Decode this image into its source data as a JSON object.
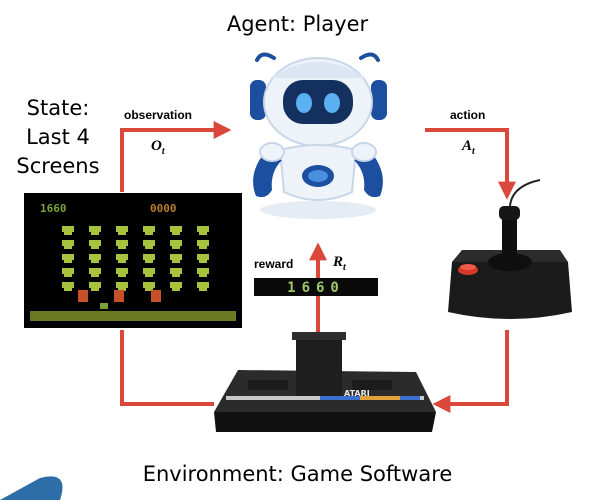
{
  "agent": {
    "title": "Agent: Player"
  },
  "state": {
    "title_lines": [
      "State:",
      "Last 4",
      "Screens"
    ]
  },
  "environment": {
    "title": "Environment: Game Software"
  },
  "observation": {
    "label": "observation",
    "symbol": "O",
    "subscript": "t"
  },
  "action": {
    "label": "action",
    "symbol": "A",
    "subscript": "t"
  },
  "reward": {
    "label": "reward",
    "symbol": "R",
    "subscript": "t",
    "score_display": "1660"
  },
  "game_screen": {
    "score_left": "1660",
    "score_right": "0000"
  },
  "console": {
    "brand": "ATARI"
  },
  "colors": {
    "arrow": "#d9483a",
    "robot_blue": "#1c4fa0",
    "robot_light": "#eaf1fa",
    "game_bg": "#000000",
    "invader": "#a7c23d",
    "score": "#7aa236"
  },
  "icons": [
    "robot-icon",
    "joystick-icon",
    "atari-console-icon",
    "game-screen-icon"
  ]
}
